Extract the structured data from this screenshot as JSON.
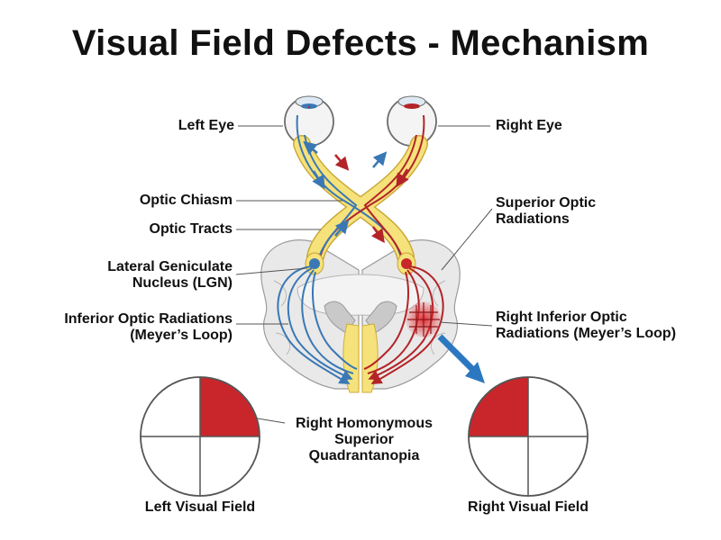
{
  "title": "Visual Field Defects - Mechanism",
  "labels": {
    "left_eye": "Left Eye",
    "right_eye": "Right Eye",
    "optic_chiasm": "Optic Chiasm",
    "optic_tracts": "Optic Tracts",
    "lgn_line1": "Lateral Geniculate",
    "lgn_line2": "Nucleus (LGN)",
    "inferior_radiations_line1": "Inferior Optic Radiations",
    "inferior_radiations_line2": "(Meyer’s Loop)",
    "superior_radiations_line1": "Superior Optic",
    "superior_radiations_line2": "Radiations",
    "right_inferior_line1": "Right Inferior Optic",
    "right_inferior_line2": "Radiations (Meyer’s Loop)",
    "defect_line1": "Right Homonymous",
    "defect_line2": "Superior",
    "defect_line3": "Quadrantanopia",
    "left_visual_field": "Left Visual Field",
    "right_visual_field": "Right Visual Field"
  },
  "colors": {
    "nasal_pathway": "#3a78b5",
    "temporal_pathway": "#b32428",
    "tract_fill": "#f6e27a",
    "brain_fill": "#e9e9e9",
    "defect_fill": "#c8262b",
    "lesion_arrow": "#2b78c0"
  },
  "visual_fields": {
    "left": {
      "defect_quadrant": "superior-right"
    },
    "right": {
      "defect_quadrant": "superior-left"
    }
  }
}
